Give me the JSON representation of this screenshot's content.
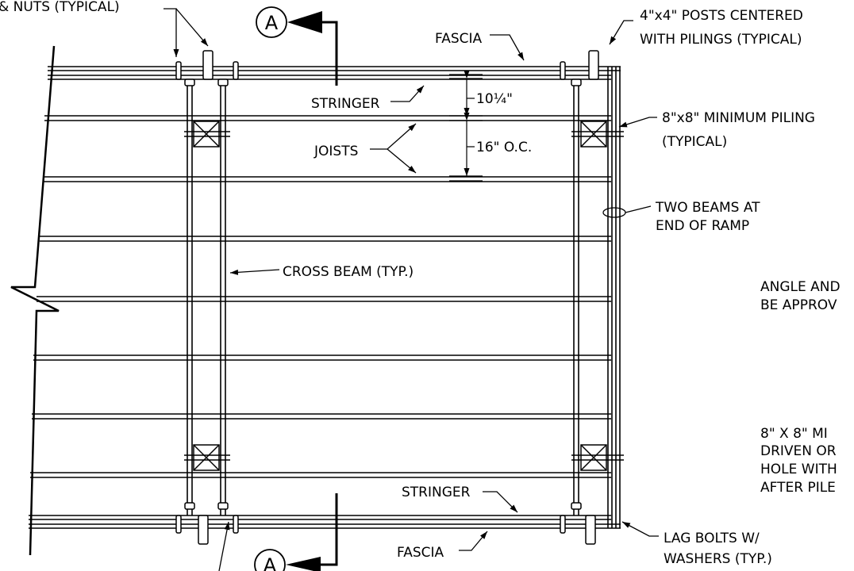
{
  "labels": {
    "bolt_note": "& NUTS (TYPICAL)",
    "section_marker": "A",
    "fascia_top": "FASCIA",
    "fascia_bottom": "FASCIA",
    "posts_line1": "4\"x4\" POSTS CENTERED",
    "posts_line2": "WITH PILINGS (TYPICAL)",
    "stringer_top": "STRINGER",
    "stringer_bottom": "STRINGER",
    "dim_fascia_to_joist": "10¼\"",
    "dim_joist_spacing": "16\" O.C.",
    "joists": "JOISTS",
    "piling_line1": "8\"x8\" MINIMUM PILING",
    "piling_line2": "(TYPICAL)",
    "beams_line1": "TWO BEAMS AT",
    "beams_line2": "END OF RAMP",
    "cross_beam": "CROSS BEAM (TYP.)",
    "angle_note_line1": "ANGLE AND",
    "angle_note_line2": "BE APPROV",
    "min_note_line1": "8\" X 8\" MI",
    "min_note_line2": "DRIVEN OR",
    "min_note_line3": "HOLE WITH",
    "min_note_line4": "AFTER PILE",
    "lag_line1": "LAG BOLTS W/",
    "lag_line2": "WASHERS (TYP.)"
  }
}
